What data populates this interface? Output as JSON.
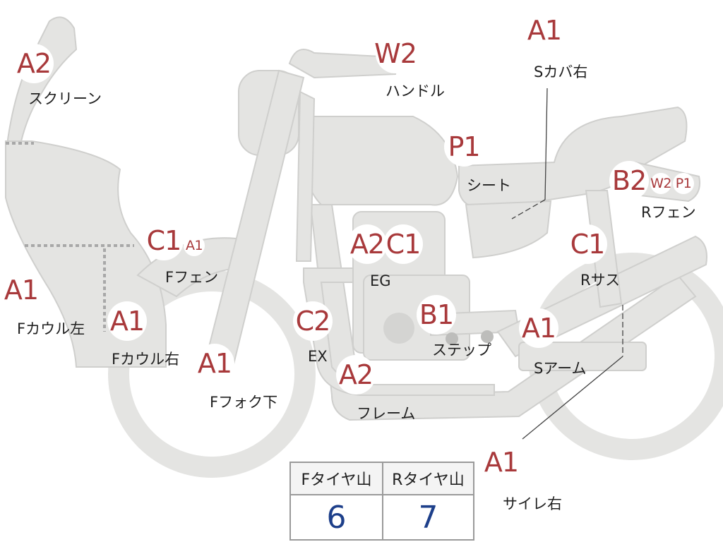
{
  "parts": {
    "screen": {
      "grade": "A2",
      "label": "スクリーン"
    },
    "handle": {
      "grade": "W2",
      "label": "ハンドル"
    },
    "side_cover_r": {
      "grade": "A1",
      "label": "Sカバ右"
    },
    "seat": {
      "grade": "P1",
      "label": "シート"
    },
    "rear_fender": {
      "grades": [
        "B2",
        "W2",
        "P1"
      ],
      "label": "Rフェン"
    },
    "front_fender": {
      "grades": [
        "C1",
        "A1"
      ],
      "label": "Fフェン"
    },
    "engine": {
      "grades": [
        "A2",
        "C1"
      ],
      "label": "EG"
    },
    "rear_shock": {
      "grade": "C1",
      "label": "Rサス"
    },
    "cowl_left": {
      "grade": "A1",
      "label": "Fカウル左"
    },
    "cowl_right": {
      "grade": "A1",
      "label": "Fカウル右"
    },
    "exhaust": {
      "grade": "C2",
      "label": "EX"
    },
    "step": {
      "grade": "B1",
      "label": "ステップ"
    },
    "swing_arm": {
      "grade": "A1",
      "label": "Sアーム"
    },
    "fork_lower": {
      "grade": "A1",
      "label": "Fフォク下"
    },
    "frame": {
      "grade": "A2",
      "label": "フレーム"
    },
    "silencer_r": {
      "grade": "A1",
      "label": "サイレ右"
    }
  },
  "tire_tread": {
    "front": {
      "label": "Fタイヤ山",
      "value": "6"
    },
    "rear": {
      "label": "Rタイヤ山",
      "value": "7"
    }
  },
  "colors": {
    "part_fill": "#e4e4e2",
    "part_stroke": "#c9c9c7",
    "grade_text": "#a8393b",
    "tread_value": "#1d3f8a"
  }
}
